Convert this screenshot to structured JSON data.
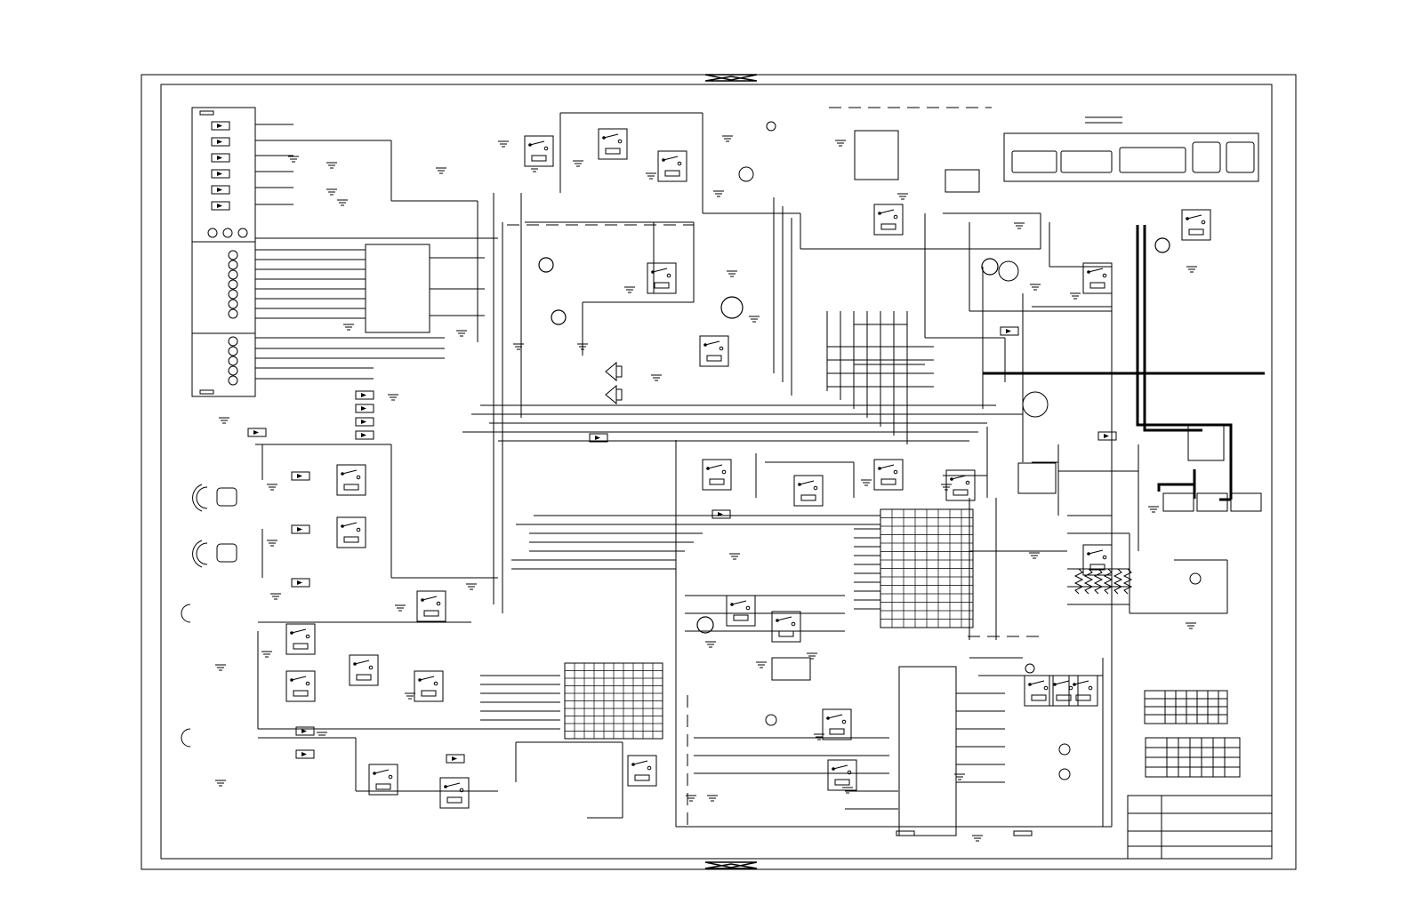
{
  "colors": {
    "ink": "#000000",
    "paper": "#ffffff"
  },
  "sheet": {
    "centering_mark": "bowtie-marker",
    "title_block": "title-block-grid"
  },
  "symbols": [
    "relay",
    "fuse",
    "lamp",
    "motor",
    "horn",
    "speaker",
    "resistor",
    "diode",
    "ground",
    "connector",
    "headlamp",
    "battery",
    "switch-table"
  ]
}
